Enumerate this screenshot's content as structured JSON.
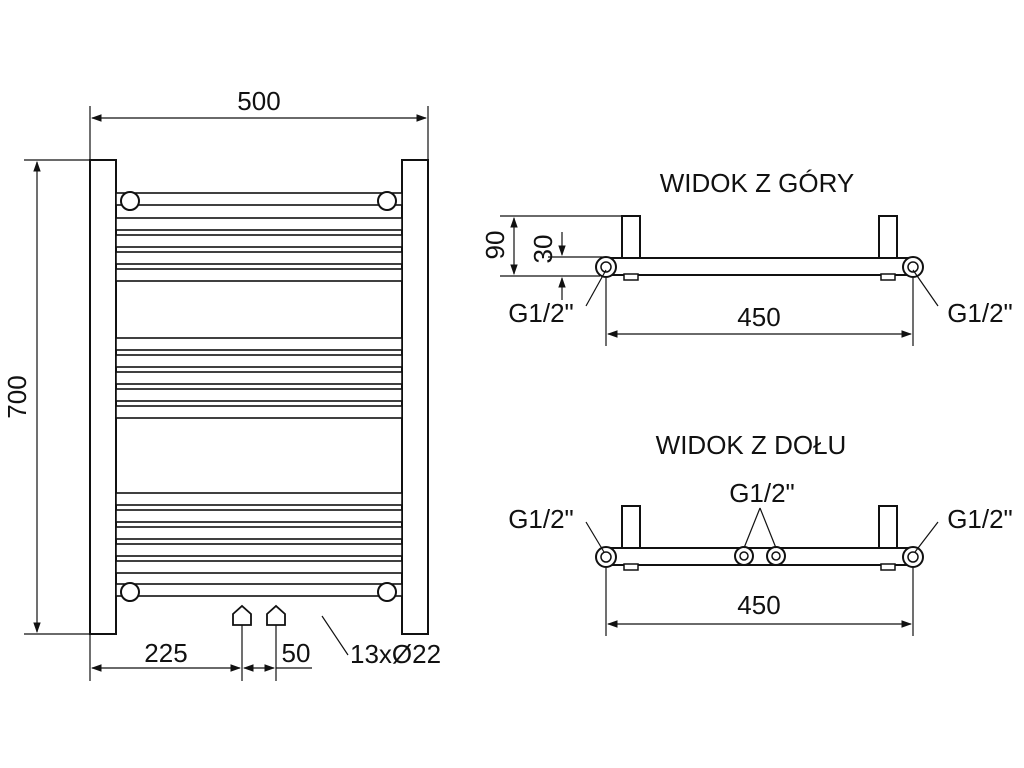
{
  "front_view": {
    "width_label": "500",
    "height_label": "700",
    "offset_label": "225",
    "spacing_label": "50",
    "tubes_label": "13xØ22"
  },
  "top_view": {
    "title": "WIDOK Z GÓRY",
    "depth_label": "90",
    "offset_label": "30",
    "connection_left": "G1/2\"",
    "connection_right": "G1/2\"",
    "span_label": "450"
  },
  "bottom_view": {
    "title": "WIDOK Z DOŁU",
    "connection_left": "G1/2\"",
    "connection_center": "G1/2\"",
    "connection_right": "G1/2\"",
    "span_label": "450"
  },
  "colors": {
    "line": "#111111",
    "background": "#ffffff"
  }
}
